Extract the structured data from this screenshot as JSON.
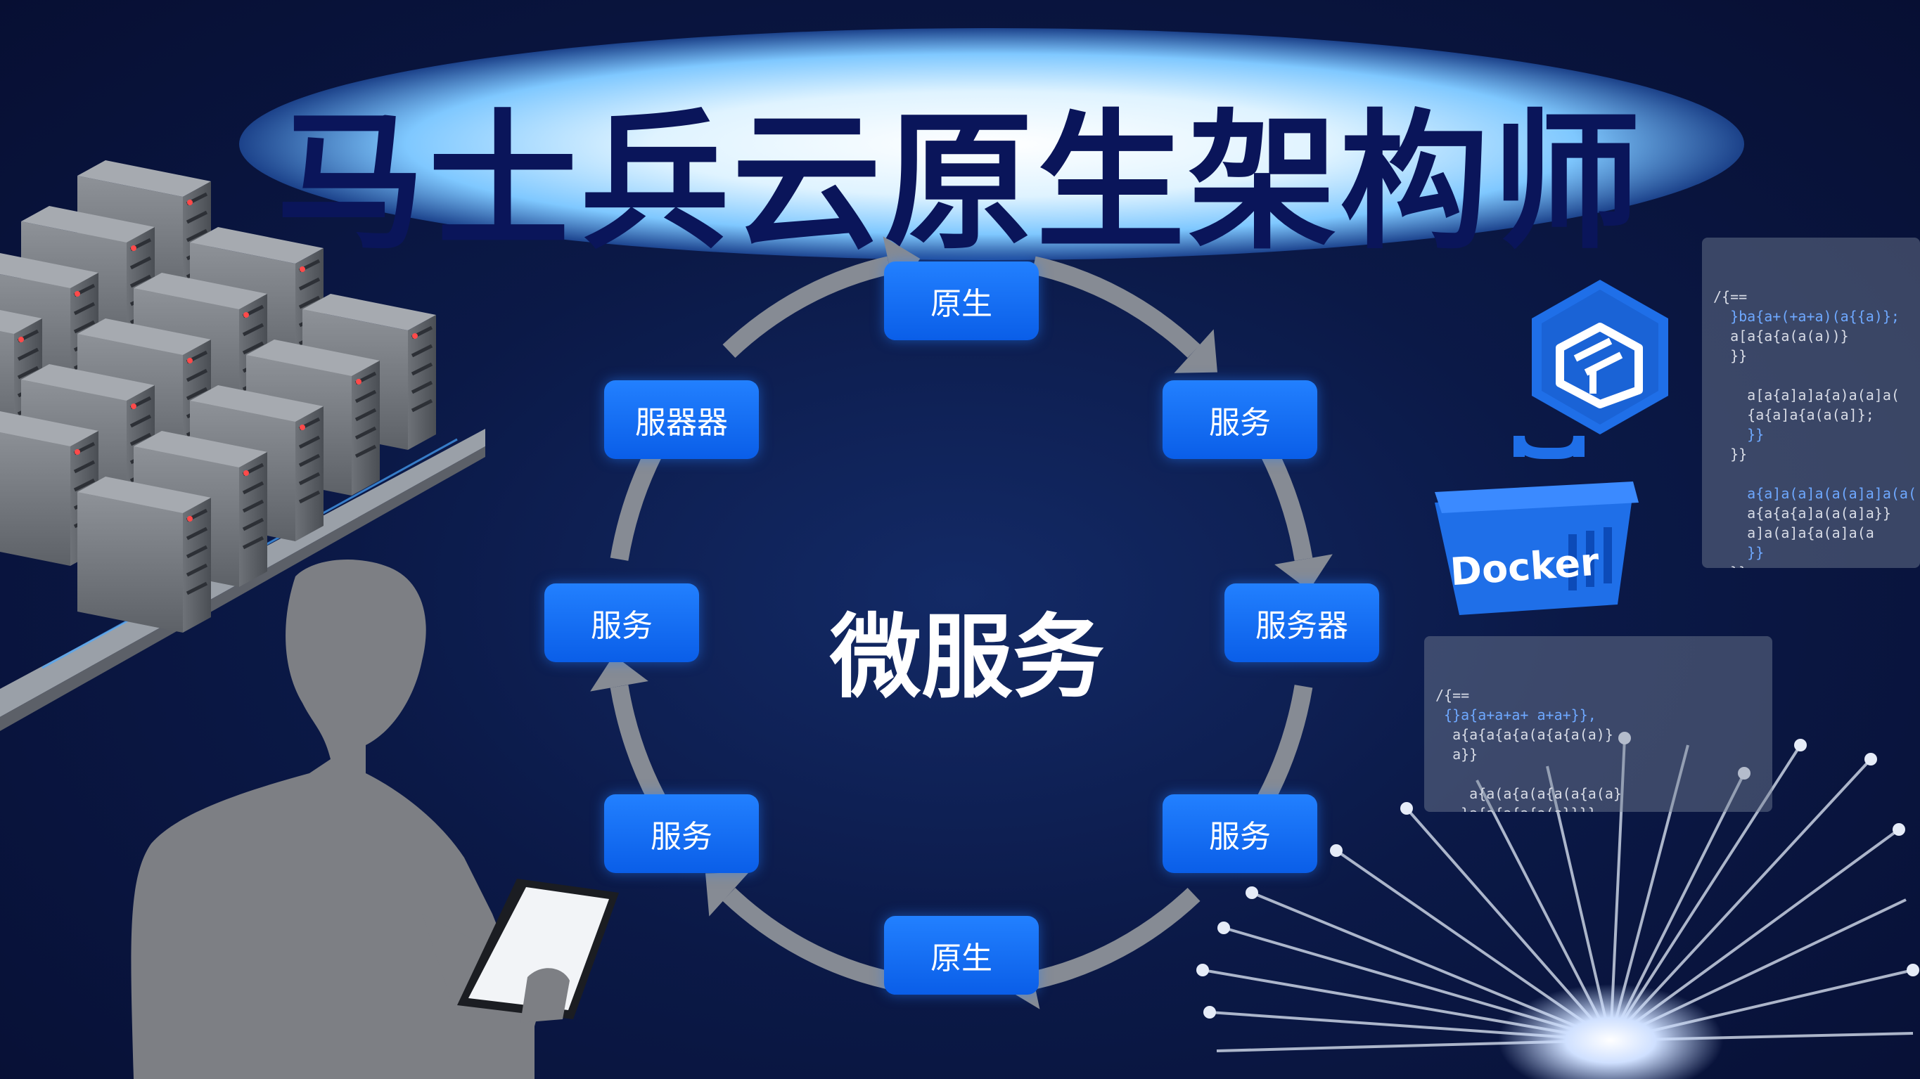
{
  "title": "马士兵云原生架构师",
  "center_label": "微服务",
  "nodes": [
    {
      "id": "top",
      "label": "原生"
    },
    {
      "id": "upper-right",
      "label": "服务"
    },
    {
      "id": "right",
      "label": "服务器"
    },
    {
      "id": "lower-right",
      "label": "服务"
    },
    {
      "id": "bottom",
      "label": "原生"
    },
    {
      "id": "lower-left",
      "label": "服务"
    },
    {
      "id": "left",
      "label": "服务"
    },
    {
      "id": "upper-left",
      "label": "服器器"
    }
  ],
  "docker_label": "Docker",
  "code_panel_1": {
    "lines": [
      "/{==",
      "  }ba{a+(+a+a)(a{{a)};",
      "  a[a{a{a(a(a))}",
      "  }}",
      "  ",
      "    a[a{a]a]a{a)a(a]a(",
      "    {a{a]a{a(a(a]};",
      "    }}",
      "  }}",
      "  ",
      "    a{a]a(a]a(a(a]a]a(a(",
      "    a{a{a{a]a(a(a]a}}",
      "    a]a(a]a{a(a]a(a",
      "    }}",
      "  }}"
    ]
  },
  "code_panel_2": {
    "lines": [
      "/{==",
      " {}a{a+a+a+ a+a+}},",
      "  a{a{a{a{a(a{a{a(a)}",
      "  a}}",
      "  ",
      "    a{a(a{a(a{a(a{a(a}",
      "   }a{a{a{a{a(a}}}}",
      "  }}}"
    ]
  },
  "colors": {
    "background": "#0b1947",
    "node_fill": "#0a5ee8",
    "title_text": "#0a155a",
    "arrow": "#8a8f99",
    "accent_blue": "#1a73f0"
  }
}
